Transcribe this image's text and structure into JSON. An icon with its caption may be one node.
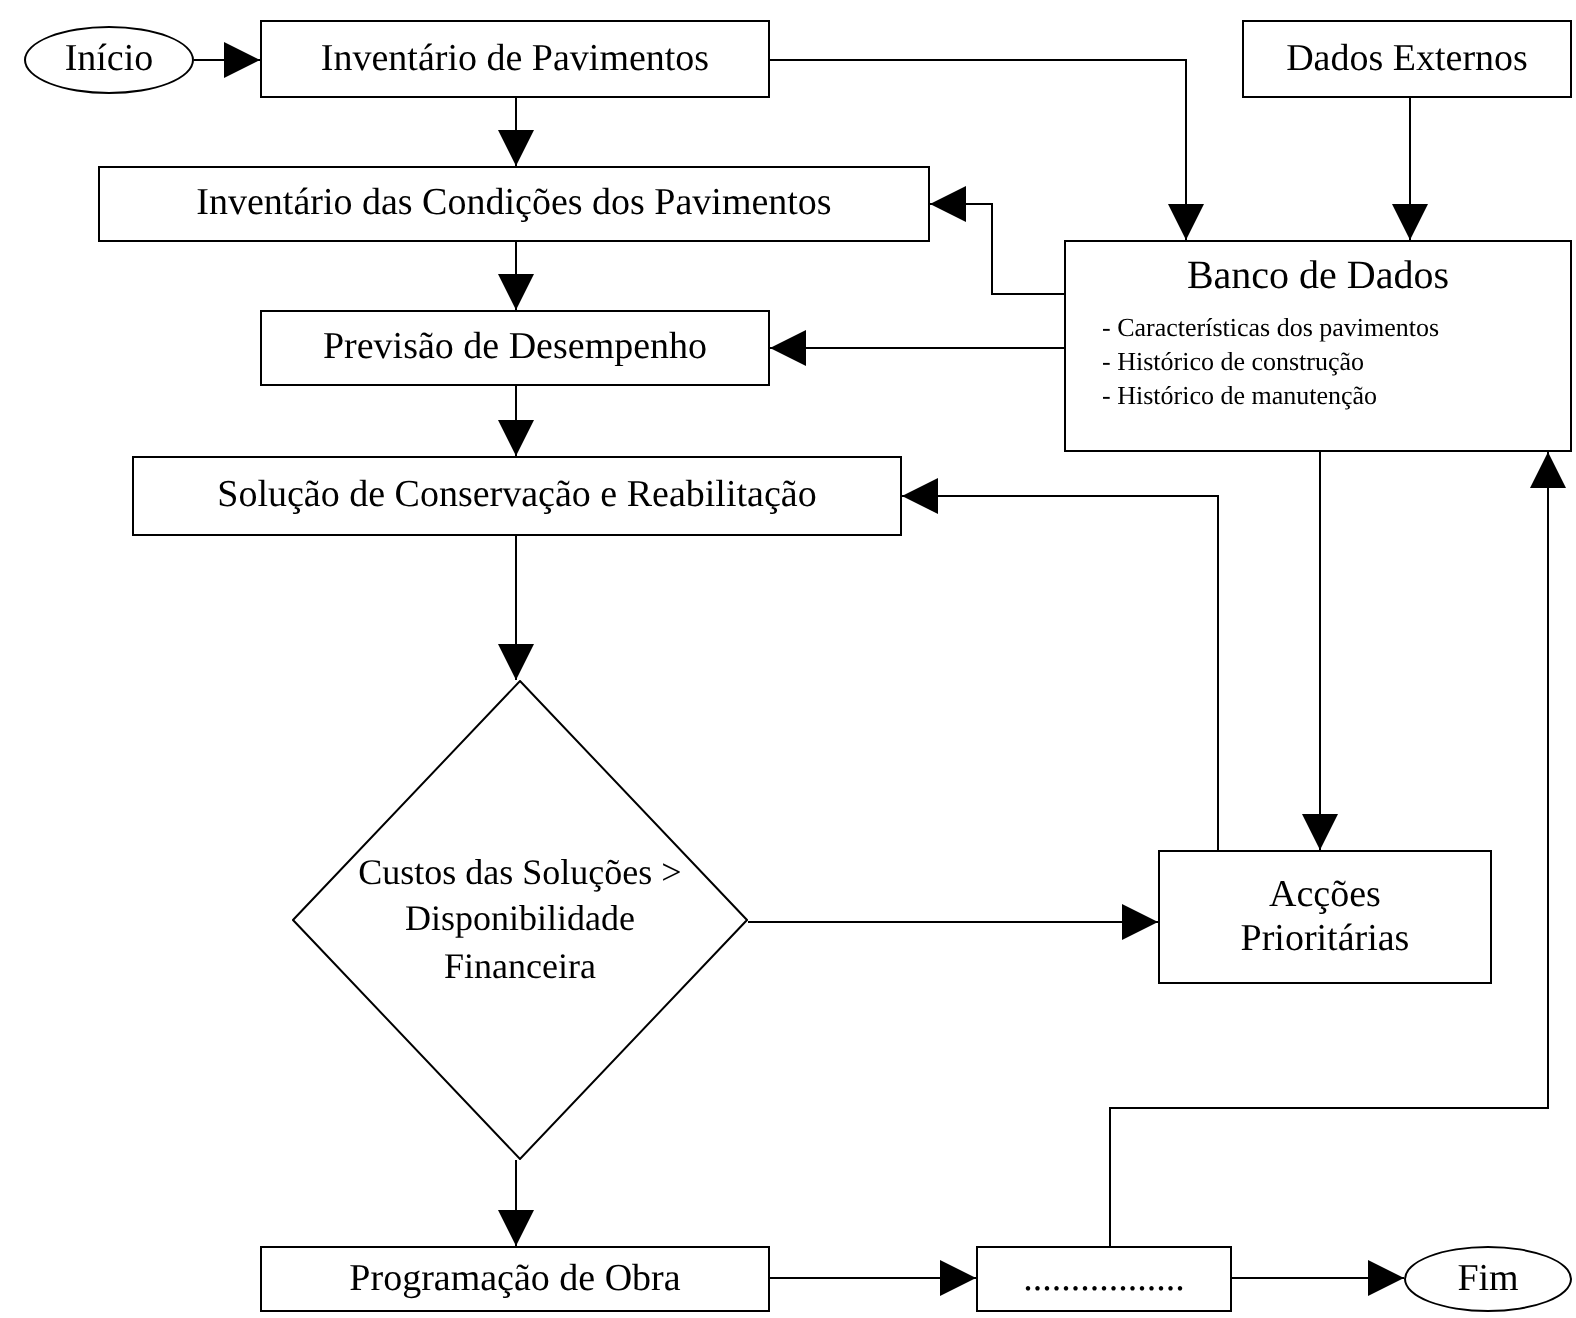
{
  "diagram": {
    "nodes": [
      {
        "text": [
          "Início"
        ]
      },
      {
        "text": [
          "Inventário de Pavimentos"
        ]
      },
      {
        "text": [
          "Dados Externos"
        ]
      },
      {
        "text": [
          "Inventário das Condições dos Pavimentos"
        ]
      },
      {
        "text": [
          "Banco de Dados",
          "- Características dos pavimentos",
          "- Histórico de construção",
          "- Histórico de manutenção"
        ]
      },
      {
        "text": [
          "Previsão de Desempenho"
        ]
      },
      {
        "text": [
          "Solução de Conservação e Reabilitação"
        ]
      },
      {
        "text": [
          "Custos das Soluções > Disponibilidade Financeira"
        ]
      },
      {
        "text": [
          "Acções Prioritárias"
        ]
      },
      {
        "text": [
          "Programação de Obra"
        ]
      },
      {
        "text": [
          "................."
        ]
      },
      {
        "text": [
          "Fim"
        ]
      }
    ],
    "edges": [
      {
        "from": 0,
        "to": 1,
        "arrow": "to"
      },
      {
        "from": 1,
        "to": 3,
        "arrow": "to"
      },
      {
        "from": 1,
        "to": 4,
        "arrow": "to"
      },
      {
        "from": 2,
        "to": 4,
        "arrow": "to"
      },
      {
        "from": 4,
        "to": 3,
        "arrow": "to"
      },
      {
        "from": 4,
        "to": 5,
        "arrow": "to"
      },
      {
        "from": 3,
        "to": 5,
        "arrow": "to"
      },
      {
        "from": 5,
        "to": 6,
        "arrow": "to"
      },
      {
        "from": 4,
        "to": 8,
        "arrow": "to"
      },
      {
        "from": 8,
        "to": 6,
        "arrow": "to"
      },
      {
        "from": 6,
        "to": 7,
        "arrow": "to"
      },
      {
        "from": 7,
        "to": 8,
        "arrow": "to"
      },
      {
        "from": 7,
        "to": 9,
        "arrow": "to"
      },
      {
        "from": 9,
        "to": 10,
        "arrow": "to"
      },
      {
        "from": 10,
        "to": 11,
        "arrow": "to"
      },
      {
        "from": 10,
        "to": 4,
        "arrow": "to"
      }
    ]
  }
}
